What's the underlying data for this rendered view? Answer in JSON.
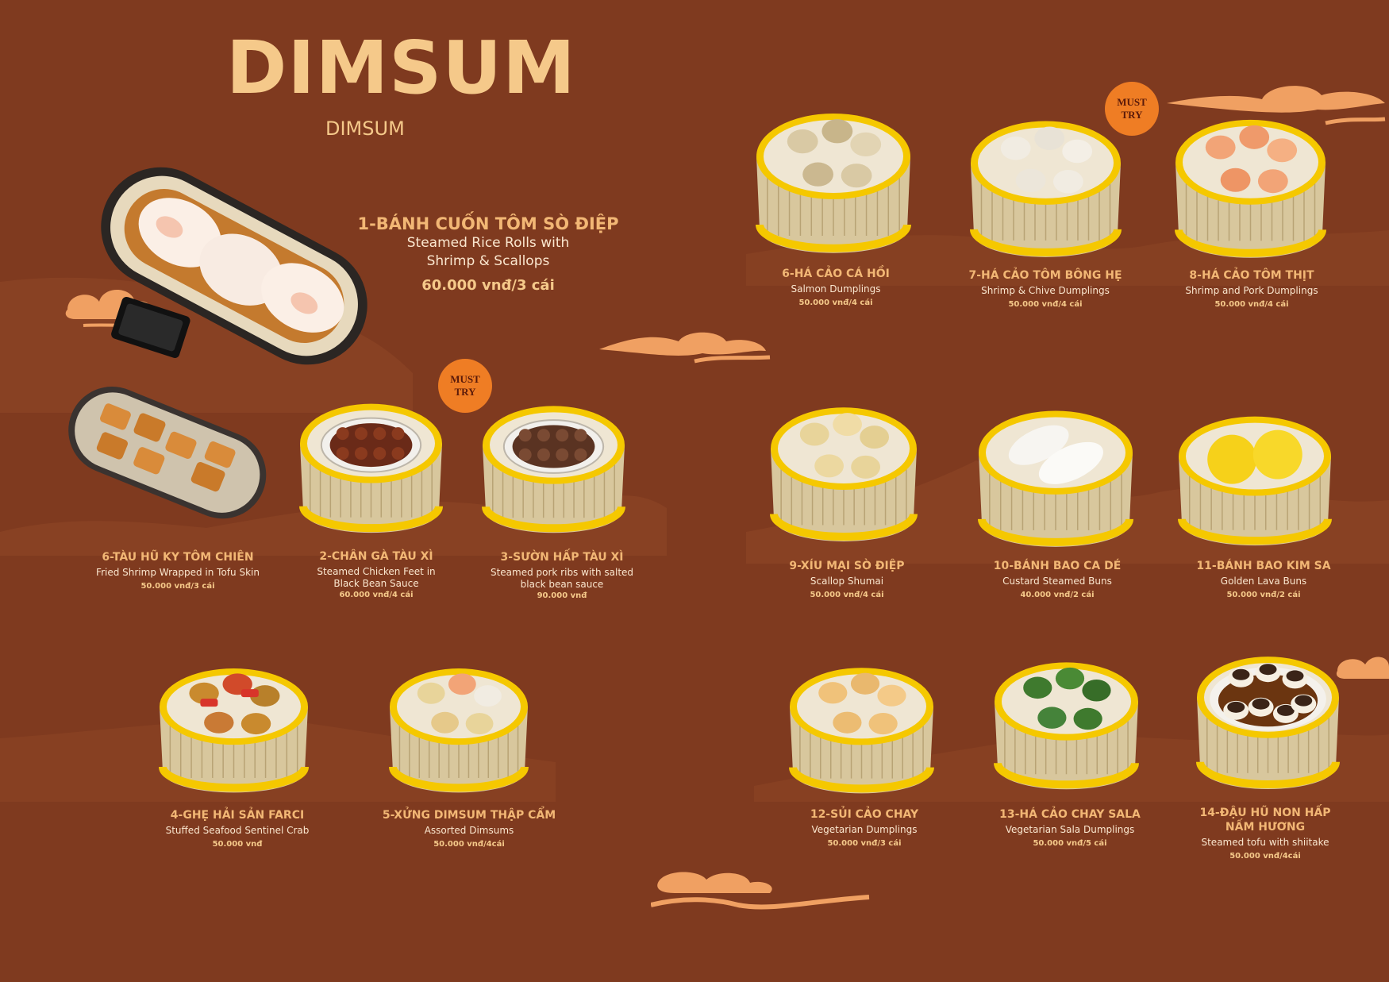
{
  "header": {
    "title": "DIMSUM",
    "subtitle": "DIMSUM"
  },
  "badges": {
    "must_try_line1": "MUST",
    "must_try_line2": "TRY"
  },
  "colors": {
    "background": "#7f3a1f",
    "accent": "#f5c98a",
    "badge": "#ef7d24",
    "steamer_rim": "#f5c800"
  },
  "featured": {
    "name": "1-BÁNH CUỐN TÔM SÒ ĐIỆP",
    "english_line1": "Steamed Rice Rolls with",
    "english_line2": "Shrimp & Scallops",
    "price": "60.000 vnđ/3 cái"
  },
  "items": [
    {
      "name": "6-HÁ CẢO CÁ HỒI",
      "english": "Salmon Dumplings",
      "price": "50.000 vnđ/4 cái"
    },
    {
      "name": "7-HÁ CẢO TÔM BÔNG HẸ",
      "english": "Shrimp & Chive Dumplings",
      "price": "50.000 vnđ/4 cái"
    },
    {
      "name": "8-HÁ CẢO TÔM THỊT",
      "english": "Shrimp and Pork Dumplings",
      "price": "50.000 vnđ/4 cái"
    },
    {
      "name": "6-TÀU HŨ KY TÔM CHIÊN",
      "english": "Fried Shrimp Wrapped in Tofu Skin",
      "price": "50.000 vnđ/3 cái"
    },
    {
      "name": "2-CHÂN GÀ TÀU XÌ",
      "english_line1": "Steamed Chicken Feet in",
      "english_line2": "Black Bean Sauce",
      "price": "60.000 vnđ/4 cái"
    },
    {
      "name": "3-SƯỜN HẤP TÀU XÌ",
      "english_line1": "Steamed pork ribs with salted",
      "english_line2": "black bean sauce",
      "price": "90.000 vnđ"
    },
    {
      "name": "9-XÍU MẠI SÒ ĐIỆP",
      "english": "Scallop Shumai",
      "price": "50.000 vnđ/4 cái"
    },
    {
      "name": "10-BÁNH BAO CA DÉ",
      "english": "Custard Steamed Buns",
      "price": "40.000 vnđ/2 cái"
    },
    {
      "name": "11-BÁNH BAO KIM SA",
      "english": "Golden Lava Buns",
      "price": "50.000 vnđ/2 cái"
    },
    {
      "name": "4-GHẸ HẢI SẢN FARCI",
      "english": "Stuffed Seafood Sentinel Crab",
      "price": "50.000 vnđ"
    },
    {
      "name": "5-XỬNG DIMSUM THẬP CẨM",
      "english": "Assorted Dimsums",
      "price": "50.000 vnđ/4cái"
    },
    {
      "name": "12-SỦI CẢO CHAY",
      "english": "Vegetarian  Dumplings",
      "price": "50.000 vnđ/3 cái"
    },
    {
      "name": "13-HÁ CẢO CHAY SALA",
      "english": "Vegetarian Sala Dumplings",
      "price": "50.000 vnđ/5 cái"
    },
    {
      "name": "14-ĐẬU HŨ NON HẤP",
      "name_line2": "NẤM HƯƠNG",
      "english": "Steamed tofu with shiitake",
      "price": "50.000 vnđ/4cái"
    }
  ]
}
